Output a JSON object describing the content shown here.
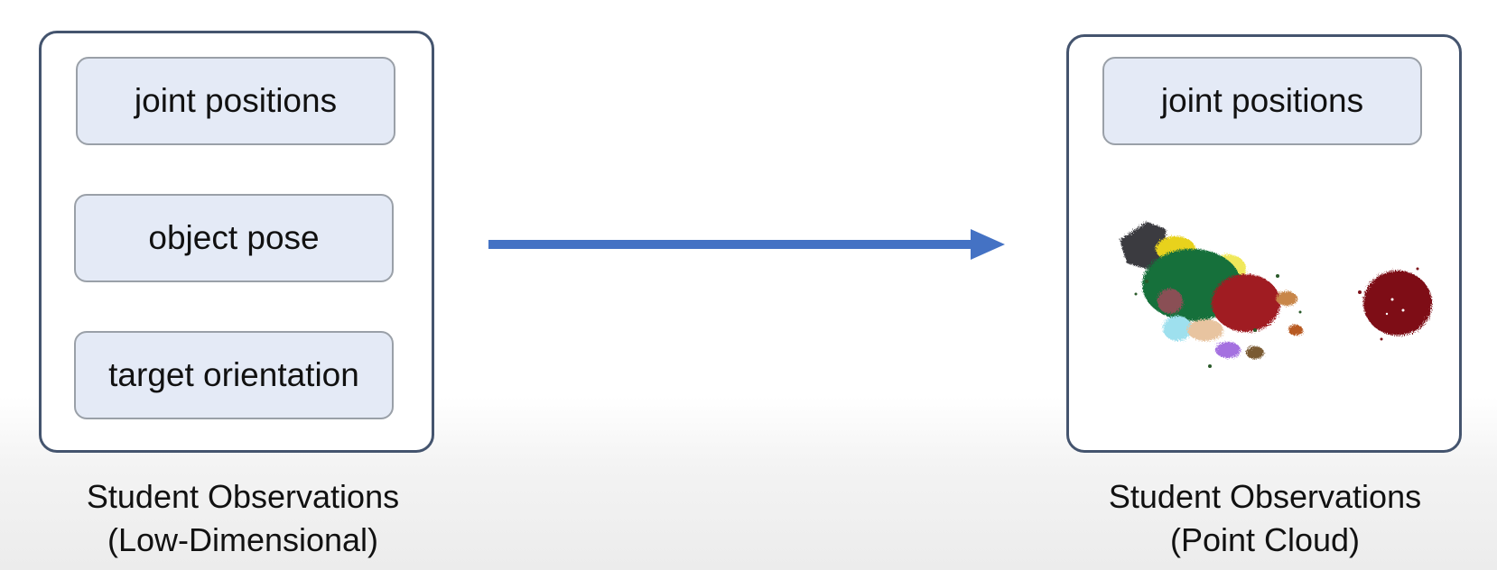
{
  "left_panel": {
    "fields": [
      "joint positions",
      "object pose",
      "target orientation"
    ],
    "caption_line1": "Student Observations",
    "caption_line2": "(Low-Dimensional)"
  },
  "right_panel": {
    "fields": [
      "joint positions"
    ],
    "caption_line1": "Student Observations",
    "caption_line2": "(Point Cloud)",
    "point_cloud_image": "colored-point-cloud"
  },
  "colors": {
    "panel_border": "#44546e",
    "field_fill": "#e4eaf6",
    "arrow": "#4472c4"
  }
}
